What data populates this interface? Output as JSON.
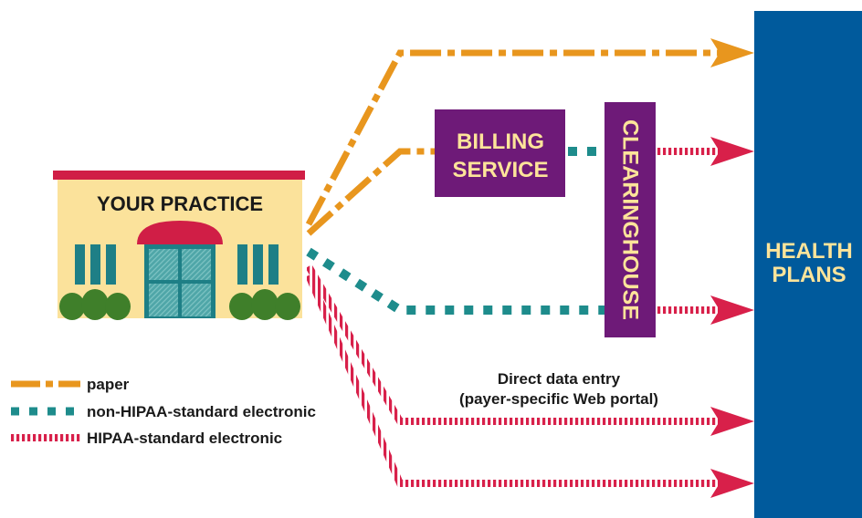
{
  "colors": {
    "paper": "#e8961e",
    "non_hipaa": "#1e8c8c",
    "hipaa": "#d8204a",
    "health_plans_bg": "#005a9c",
    "health_plans_text": "#fde49a",
    "purple_box": "#6e1a78",
    "purple_box_text": "#fde49a",
    "practice_wall": "#fbe29b",
    "practice_roof": "#d01e46",
    "practice_window": "#1e7f86",
    "practice_door": "#4fa6a8",
    "shrub": "#3f7f2a",
    "text_dark": "#1a1a1a"
  },
  "practice": {
    "label": "YOUR PRACTICE"
  },
  "billing_service": {
    "line1": "BILLING",
    "line2": "SERVICE"
  },
  "clearinghouse": {
    "label": "CLEARINGHOUSE"
  },
  "health_plans": {
    "line1": "HEALTH",
    "line2": "PLANS"
  },
  "direct_entry": {
    "line1": "Direct data entry",
    "line2": "(payer-specific Web portal)"
  },
  "legend": {
    "paper": "paper",
    "non_hipaa": "non-HIPAA-standard electronic",
    "hipaa": "HIPAA-standard electronic"
  }
}
